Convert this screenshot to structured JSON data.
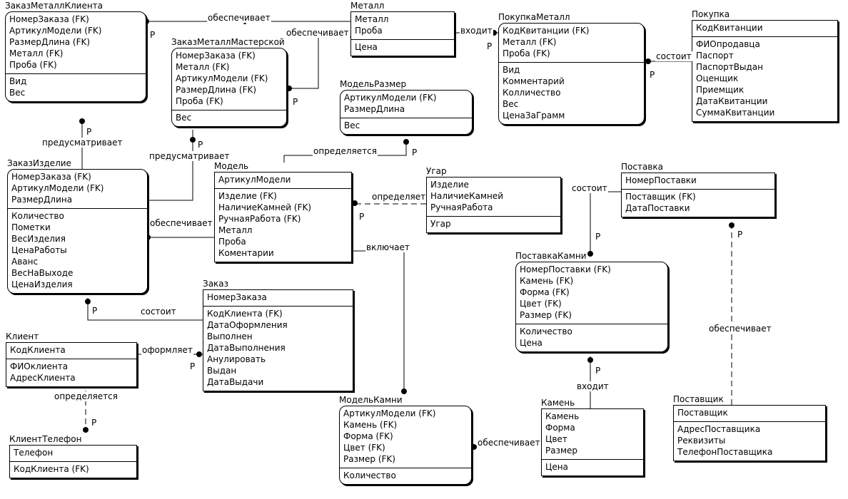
{
  "entities": [
    {
      "id": "zakaz_metall_klienta",
      "title": "ЗаказМеталлКлиента",
      "key": [
        "НомерЗаказа (FK)",
        "АртикулМодели (FK)",
        "РазмерДлина (FK)",
        "Металл (FK)",
        "Проба (FK)"
      ],
      "attrs": [
        "Вид",
        "Вес"
      ]
    },
    {
      "id": "metall",
      "title": "Металл",
      "key": [
        "Металл",
        "Проба"
      ],
      "attrs": [
        "Цена"
      ]
    },
    {
      "id": "pokupka_metall",
      "title": "ПокупкаМеталл",
      "key": [
        "КодКвитанции (FK)",
        "Металл (FK)",
        "Проба (FK)"
      ],
      "attrs": [
        "Вид",
        "Комментарий",
        "Колличество",
        "Вес",
        "ЦенаЗаГрамм"
      ]
    },
    {
      "id": "pokupka",
      "title": "Покупка",
      "key": [
        "КодКвитанции"
      ],
      "attrs": [
        "ФИОпродавца",
        "Паспорт",
        "ПаспортВыдан",
        "Оценщик",
        "Приемщик",
        "ДатаКвитанции",
        "СуммаКвитанции"
      ]
    },
    {
      "id": "zakaz_metall_masterskoy",
      "title": "ЗаказМеталлМастерской",
      "key": [
        "НомерЗаказа (FK)",
        "Металл (FK)",
        "АртикулМодели (FK)",
        "РазмерДлина (FK)",
        "Проба (FK)"
      ],
      "attrs": [
        "Вес"
      ]
    },
    {
      "id": "model_razmer",
      "title": "МодельРазмер",
      "key": [
        "АртикулМодели (FK)",
        "РазмерДлина"
      ],
      "attrs": [
        "Вес"
      ]
    },
    {
      "id": "zakaz_izdelie",
      "title": "ЗаказИзделие",
      "key": [
        "НомерЗаказа (FK)",
        "АртикулМодели (FK)",
        "РазмерДлина"
      ],
      "attrs": [
        "Количество",
        "Пометки",
        "ВесИзделия",
        "ЦенаРаботы",
        "Аванс",
        "ВесНаВыходе",
        "ЦенаИзделия"
      ]
    },
    {
      "id": "model",
      "title": "Модель",
      "key": [
        "АртикулМодели"
      ],
      "attrs": [
        "Изделие (FK)",
        "НаличиеКамней (FK)",
        "РучнаяРабота (FK)",
        "Металл",
        "Проба",
        "Коментарии"
      ]
    },
    {
      "id": "ugar",
      "title": "Угар",
      "key": [
        "Изделие",
        "НаличиеКамней",
        "РучнаяРабота"
      ],
      "attrs": [
        "Угар"
      ]
    },
    {
      "id": "postavka",
      "title": "Поставка",
      "key": [
        "НомерПоставки"
      ],
      "attrs": [
        "Поставщик (FK)",
        "ДатаПоставки"
      ]
    },
    {
      "id": "postavka_kamni",
      "title": "ПоставкаКамни",
      "key": [
        "НомерПоставки (FK)",
        "Камень (FK)",
        "Форма (FK)",
        "Цвет (FK)",
        "Размер (FK)"
      ],
      "attrs": [
        "Количество",
        "Цена"
      ]
    },
    {
      "id": "zakaz",
      "title": "Заказ",
      "key": [
        "НомерЗаказа"
      ],
      "attrs": [
        "КодКлиента (FK)",
        "ДатаОформления",
        "Выполнен",
        "ДатаВыполнения",
        "Анулировать",
        "Выдан",
        "ДатаВыдачи"
      ]
    },
    {
      "id": "klient",
      "title": "Клиент",
      "key": [
        "КодКлиента"
      ],
      "attrs": [
        "ФИОклиента",
        "АдресКлиента"
      ]
    },
    {
      "id": "klient_telefon",
      "title": "КлиентТелефон",
      "key": [
        "Телефон"
      ],
      "attrs": [
        "КодКлиента (FK)"
      ]
    },
    {
      "id": "model_kamni",
      "title": "МодельКамни",
      "key": [
        "АртикулМодели (FK)",
        "Камень (FK)",
        "Форма (FK)",
        "Цвет (FK)",
        "Размер (FK)"
      ],
      "attrs": [
        "Количество"
      ]
    },
    {
      "id": "kamen",
      "title": "Камень",
      "key": [
        "Камень",
        "Форма",
        "Цвет",
        "Размер"
      ],
      "attrs": [
        "Цена"
      ]
    },
    {
      "id": "postavshik",
      "title": "Поставщик",
      "key": [
        "Поставщик"
      ],
      "attrs": [
        "АдресПоставщика",
        "Реквизиты",
        "ТелефонПоставщика"
      ]
    }
  ],
  "relationships": [
    {
      "id": "r_metall_zmk",
      "label": "обеспечивает",
      "card": "P"
    },
    {
      "id": "r_metall_zmm",
      "label": "обеспечивает",
      "card": "P"
    },
    {
      "id": "r_metall_pm",
      "label": "входит",
      "card": "P"
    },
    {
      "id": "r_pokupka_pm",
      "label": "состоит",
      "card": "P"
    },
    {
      "id": "r_zi_zmk",
      "label": "предусматривает",
      "card": "P"
    },
    {
      "id": "r_zi_zmm",
      "label": "предусматривает",
      "card": "P"
    },
    {
      "id": "r_mr_model",
      "label": "определяется",
      "card": "P"
    },
    {
      "id": "r_mr_zi",
      "label": "обеспечивает",
      "card": ""
    },
    {
      "id": "r_ugar_model",
      "label": "определяет",
      "card": "P"
    },
    {
      "id": "r_model_mk",
      "label": "включает",
      "card": ""
    },
    {
      "id": "r_postavka_pk",
      "label": "состоит",
      "card": "P"
    },
    {
      "id": "r_kamen_pk",
      "label": "входит",
      "card": "P"
    },
    {
      "id": "r_zakaz_zi",
      "label": "состоит",
      "card": "P"
    },
    {
      "id": "r_klient_zakaz",
      "label": "оформляет",
      "card": "P"
    },
    {
      "id": "r_klient_tel",
      "label": "определяется",
      "card": "P"
    },
    {
      "id": "r_kamen_mk",
      "label": "обеспечивает",
      "card": ""
    },
    {
      "id": "r_postavshik_postavka",
      "label": "обеспечивает",
      "card": "P"
    }
  ],
  "colors": {
    "line": "#000000",
    "background": "#ffffff"
  }
}
